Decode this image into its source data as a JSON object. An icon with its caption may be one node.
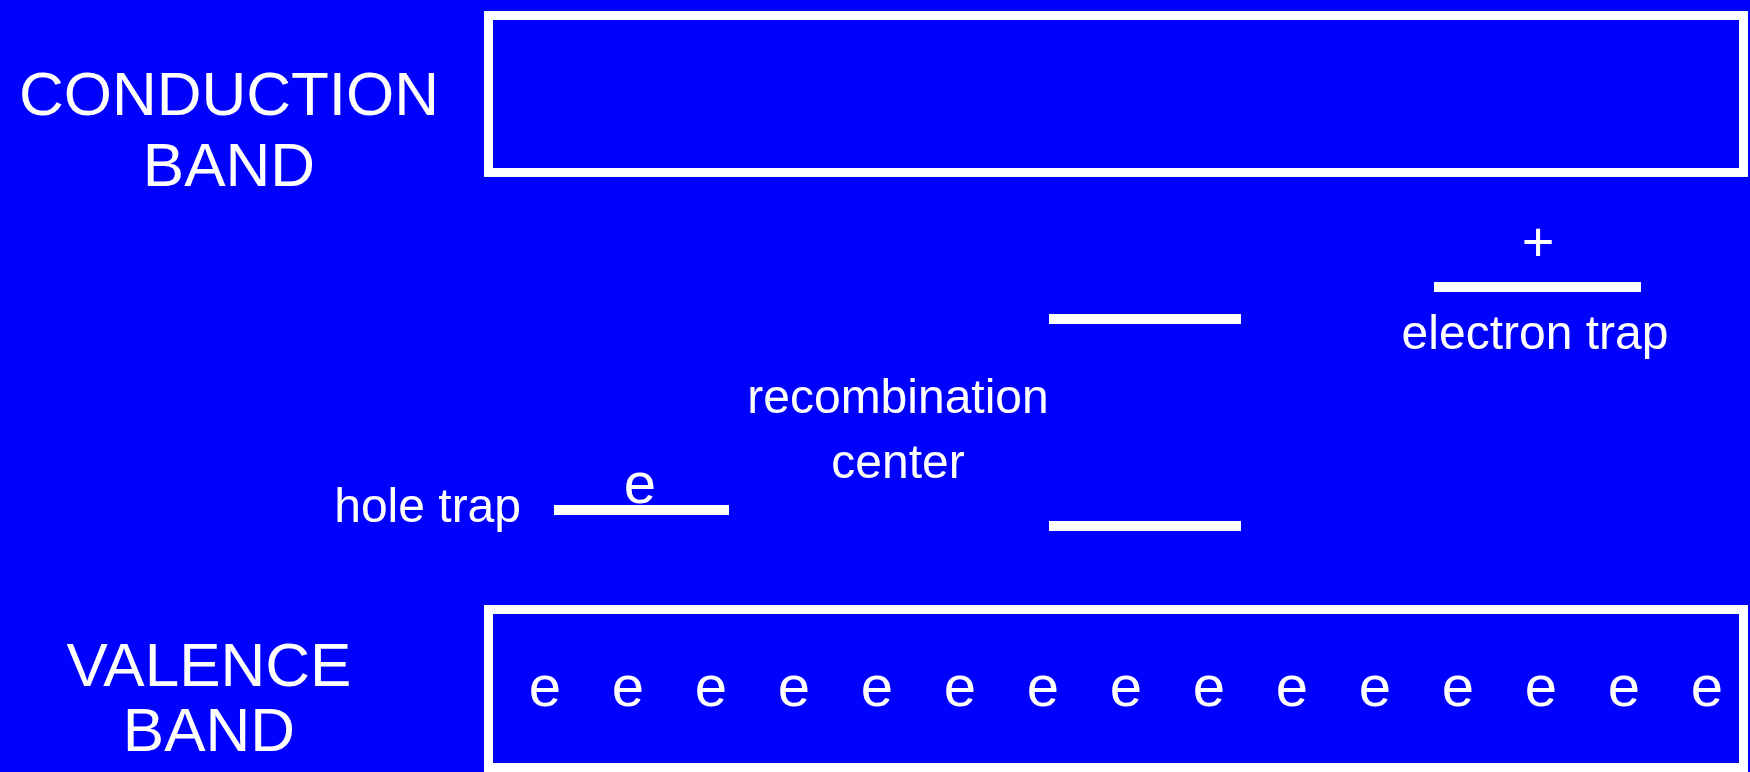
{
  "diagram": {
    "nodes": [
      {
        "text": [
          "CONDUCTION BAND"
        ]
      },
      {
        "text": [
          "VALENCE BAND",
          "e",
          "e",
          "e",
          "e",
          "e",
          "e",
          "e",
          "e",
          "e",
          "e",
          "e",
          "e",
          "e",
          "e",
          "e"
        ]
      },
      {
        "text": [
          "hole trap",
          "e"
        ]
      },
      {
        "text": [],
        "shape": "bar"
      },
      {
        "text": [],
        "shape": "bar"
      },
      {
        "text": [
          "+",
          "electron trap"
        ]
      }
    ],
    "labels": [
      "recombination center"
    ]
  }
}
